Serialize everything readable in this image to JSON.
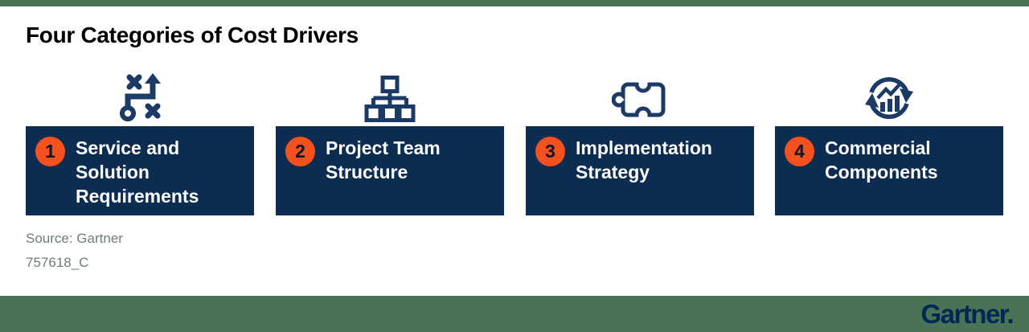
{
  "title": "Four Categories of Cost Drivers",
  "categories": [
    {
      "number": "1",
      "label": "Service and Solution Requirements",
      "icon": "strategy-path-icon"
    },
    {
      "number": "2",
      "label": "Project Team Structure",
      "icon": "org-chart-icon"
    },
    {
      "number": "3",
      "label": "Implementation Strategy",
      "icon": "puzzle-piece-icon"
    },
    {
      "number": "4",
      "label": "Commercial Components",
      "icon": "cycle-chart-icon"
    }
  ],
  "source": "Source: Gartner",
  "figure_id": "757618_C",
  "footer": {
    "logo_text": "Gartner."
  },
  "colors": {
    "box_navy": "#0c2c51",
    "icon_navy": "#1b3a66",
    "badge_orange": "#f4511e",
    "badge_number": "#0b1626",
    "accent_green": "#4a7355",
    "muted_text": "#6d7d77",
    "logo_navy": "#002856"
  }
}
